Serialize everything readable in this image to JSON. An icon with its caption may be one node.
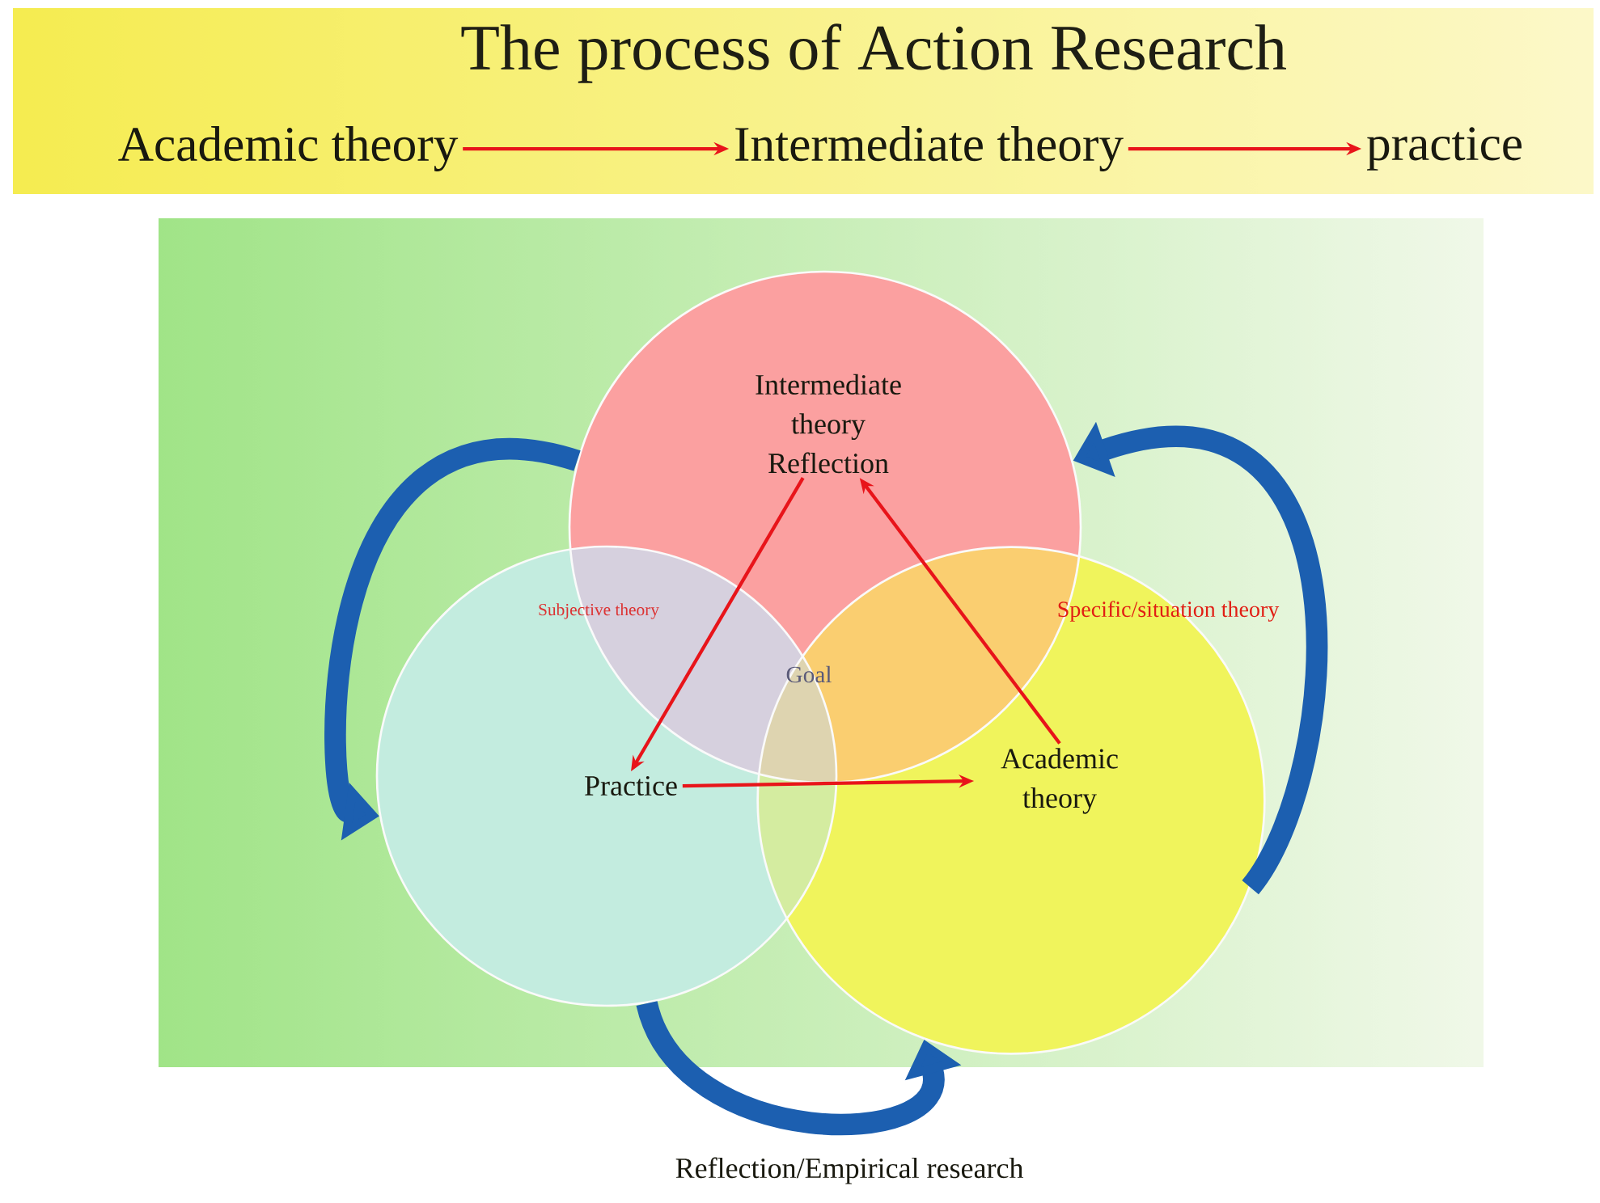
{
  "diagram": {
    "title": "The process of Action Research",
    "nodes": [
      {
        "text": [
          "Academic theory"
        ]
      },
      {
        "text": [
          "Intermediate theory"
        ]
      },
      {
        "text": [
          "practice"
        ]
      },
      {
        "text": [],
        "shape": "circle"
      },
      {
        "text": [],
        "shape": "circle"
      },
      {
        "text": [],
        "shape": "circle"
      },
      {
        "text": [
          "Intermediate theory",
          "Reflection"
        ],
        "in": 3
      },
      {
        "text": [
          "Practice"
        ],
        "in": 4
      },
      {
        "text": [
          "Academic theory"
        ],
        "in": 5
      }
    ],
    "edges": [
      {
        "from": 0,
        "to": 1,
        "arrow": "to",
        "color": "#e8141a"
      },
      {
        "from": 1,
        "to": 2,
        "arrow": "to",
        "color": "#e8141a"
      },
      {
        "from": 6,
        "to": 7,
        "arrow": "to",
        "color": "#e8141a"
      },
      {
        "from": 7,
        "to": 8,
        "arrow": "to",
        "color": "#e8141a"
      },
      {
        "from": 8,
        "to": 6,
        "arrow": "to",
        "color": "#e8141a"
      },
      {
        "from": 3,
        "to": 4,
        "arrow": "to",
        "style": "thick",
        "color": "#1c5fb0"
      },
      {
        "from": 4,
        "to": 5,
        "arrow": "to",
        "style": "thick",
        "color": "#1c5fb0",
        "label": "Reflection/Empirical research"
      },
      {
        "from": 5,
        "to": 3,
        "arrow": "to",
        "style": "thick",
        "color": "#1c5fb0"
      }
    ],
    "labels": [
      "Subjective theory",
      "Specific/situation theory",
      "Goal"
    ]
  }
}
